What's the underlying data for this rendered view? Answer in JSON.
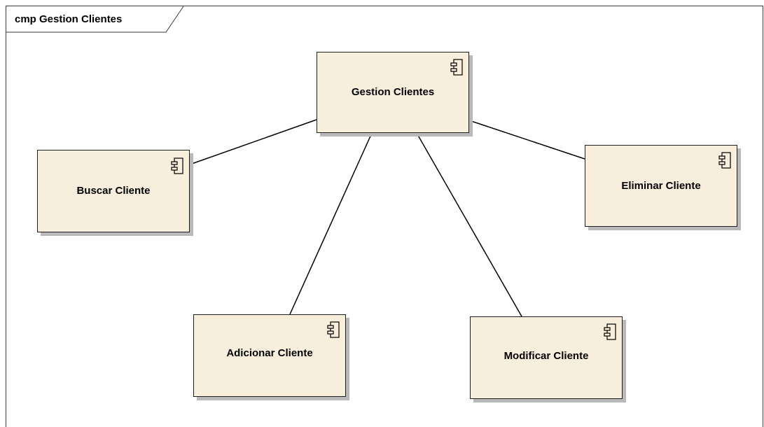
{
  "diagram": {
    "frame_label": "cmp Gestion Clientes",
    "components": {
      "gestion": {
        "name": "Gestion Clientes",
        "icon": "component-icon"
      },
      "buscar": {
        "name": "Buscar Cliente",
        "icon": "component-icon"
      },
      "eliminar": {
        "name": "Eliminar Cliente",
        "icon": "component-icon"
      },
      "adicionar": {
        "name": "Adicionar Cliente",
        "icon": "component-icon"
      },
      "modificar": {
        "name": "Modificar Cliente",
        "icon": "component-icon"
      }
    },
    "connections": [
      {
        "from": "Gestion Clientes",
        "to": "Buscar Cliente"
      },
      {
        "from": "Gestion Clientes",
        "to": "Eliminar Cliente"
      },
      {
        "from": "Gestion Clientes",
        "to": "Adicionar Cliente"
      },
      {
        "from": "Gestion Clientes",
        "to": "Modificar Cliente"
      }
    ],
    "colors": {
      "component_fill": "#f8eedc",
      "border": "#1e1e1e",
      "shadow": "#b9b9b9"
    }
  }
}
